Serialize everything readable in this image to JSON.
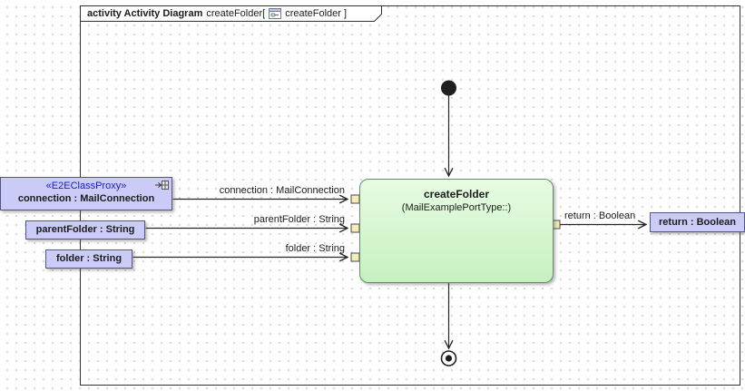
{
  "frame_tab": {
    "title_bold": "activity Activity Diagram",
    "title_context": "createFolder[",
    "ref_name": "createFolder ]"
  },
  "action": {
    "name": "createFolder",
    "type": "(MailExamplePortType::)"
  },
  "params": {
    "connection": {
      "stereotype": "«E2EClassProxy»",
      "name": "connection : MailConnection"
    },
    "parentFolder": {
      "name": "parentFolder : String"
    },
    "folder": {
      "name": "folder : String"
    }
  },
  "result": {
    "name": "return : Boolean"
  },
  "edge_labels": {
    "connection": "connection : MailConnection",
    "parentFolder": "parentFolder : String",
    "folder": "folder : String",
    "return": "return : Boolean"
  },
  "colors": {
    "action_fill": "#c6f1bf",
    "action_border": "#67896a",
    "param_fill": "#cbcbf7",
    "param_border": "#54548a",
    "pin_fill": "#f2edbb",
    "pin_border": "#4a4a4a",
    "stereotype_text": "#1a1ac8",
    "flow": "#262626"
  }
}
